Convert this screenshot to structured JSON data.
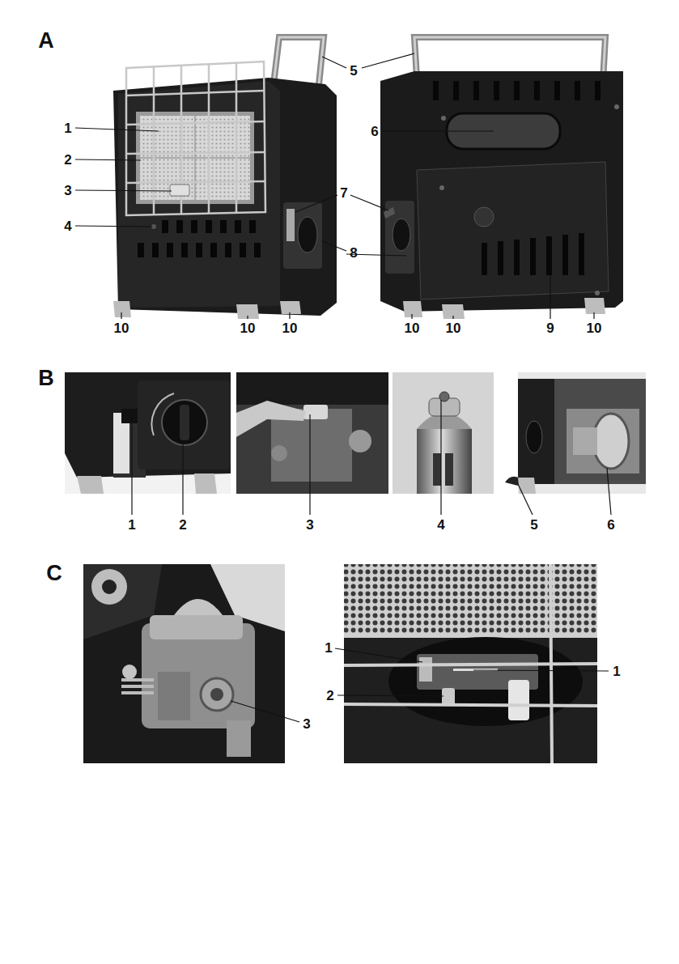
{
  "diagram": {
    "labels": [
      "A",
      "5",
      "1",
      "6",
      "2",
      "3",
      "7",
      "4",
      "8",
      "10",
      "10",
      "10",
      "10",
      "10",
      "9",
      "10",
      "B",
      "1",
      "2",
      "3",
      "4",
      "5",
      "6",
      "C",
      "1",
      "1",
      "2",
      "3"
    ]
  }
}
